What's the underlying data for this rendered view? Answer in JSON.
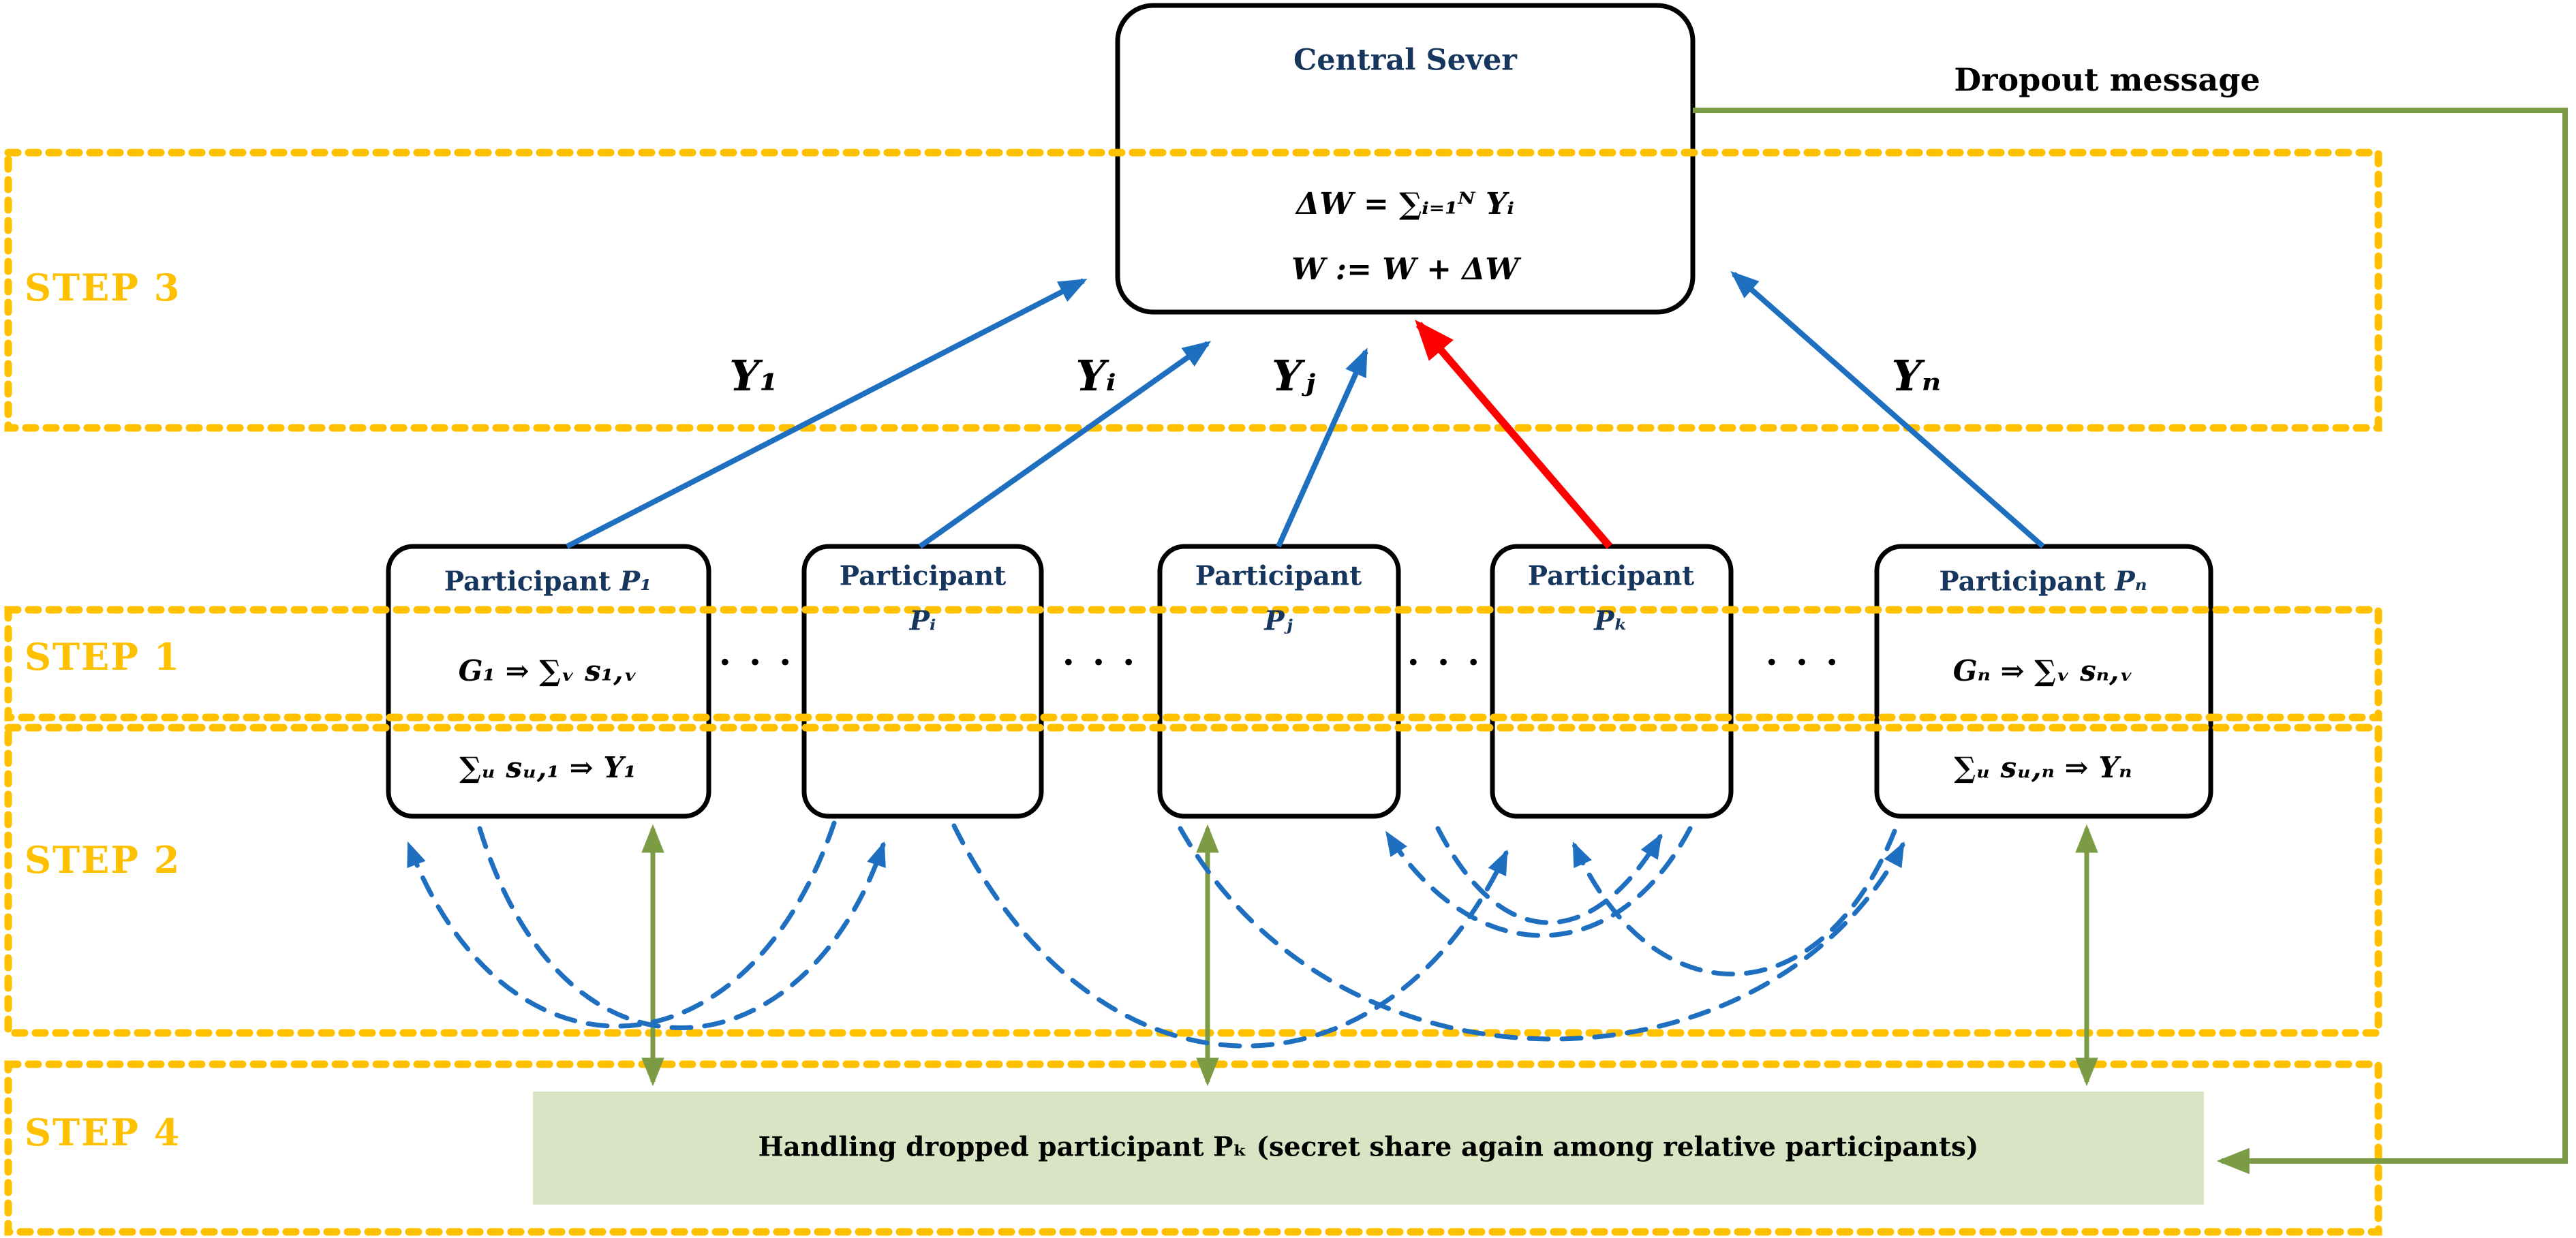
{
  "central_server": {
    "title": "Central Sever",
    "formula_update": "ΔW = ∑ᵢ₌₁ᴺ Yᵢ",
    "formula_apply": "W := W + ΔW"
  },
  "dropout_label": "Dropout message",
  "steps": {
    "step3": "STEP 3",
    "step1": "STEP 1",
    "step2": "STEP 2",
    "step4": "STEP 4"
  },
  "participants": [
    {
      "name": "Participant",
      "id": "P₁",
      "f1": "G₁ ⇒ ∑ᵥ s₁,ᵥ",
      "f2": "∑ᵤ sᵤ,₁ ⇒ Y₁"
    },
    {
      "name": "Participant",
      "id": "Pᵢ"
    },
    {
      "name": "Participant",
      "id": "Pⱼ"
    },
    {
      "name": "Participant",
      "id": "Pₖ"
    },
    {
      "name": "Participant",
      "id": "Pₙ",
      "f1": "Gₙ ⇒ ∑ᵥ sₙ,ᵥ",
      "f2": "∑ᵤ sᵤ,ₙ ⇒ Yₙ"
    }
  ],
  "y_labels": [
    "Y₁",
    "Yᵢ",
    "Yⱼ",
    "Yₙ"
  ],
  "ellipsis": "· · ·",
  "step4_box": {
    "text": "Handling dropped participant Pₖ  (secret share again among relative participants)"
  },
  "colors": {
    "step_dash_gold": "#FFC000",
    "title_navy": "#17365D",
    "arrow_blue": "#1E6FBF",
    "arrow_red": "#FF0000",
    "olive_green": "#7B9C44",
    "handler_box_fill": "#D8E4C3"
  }
}
